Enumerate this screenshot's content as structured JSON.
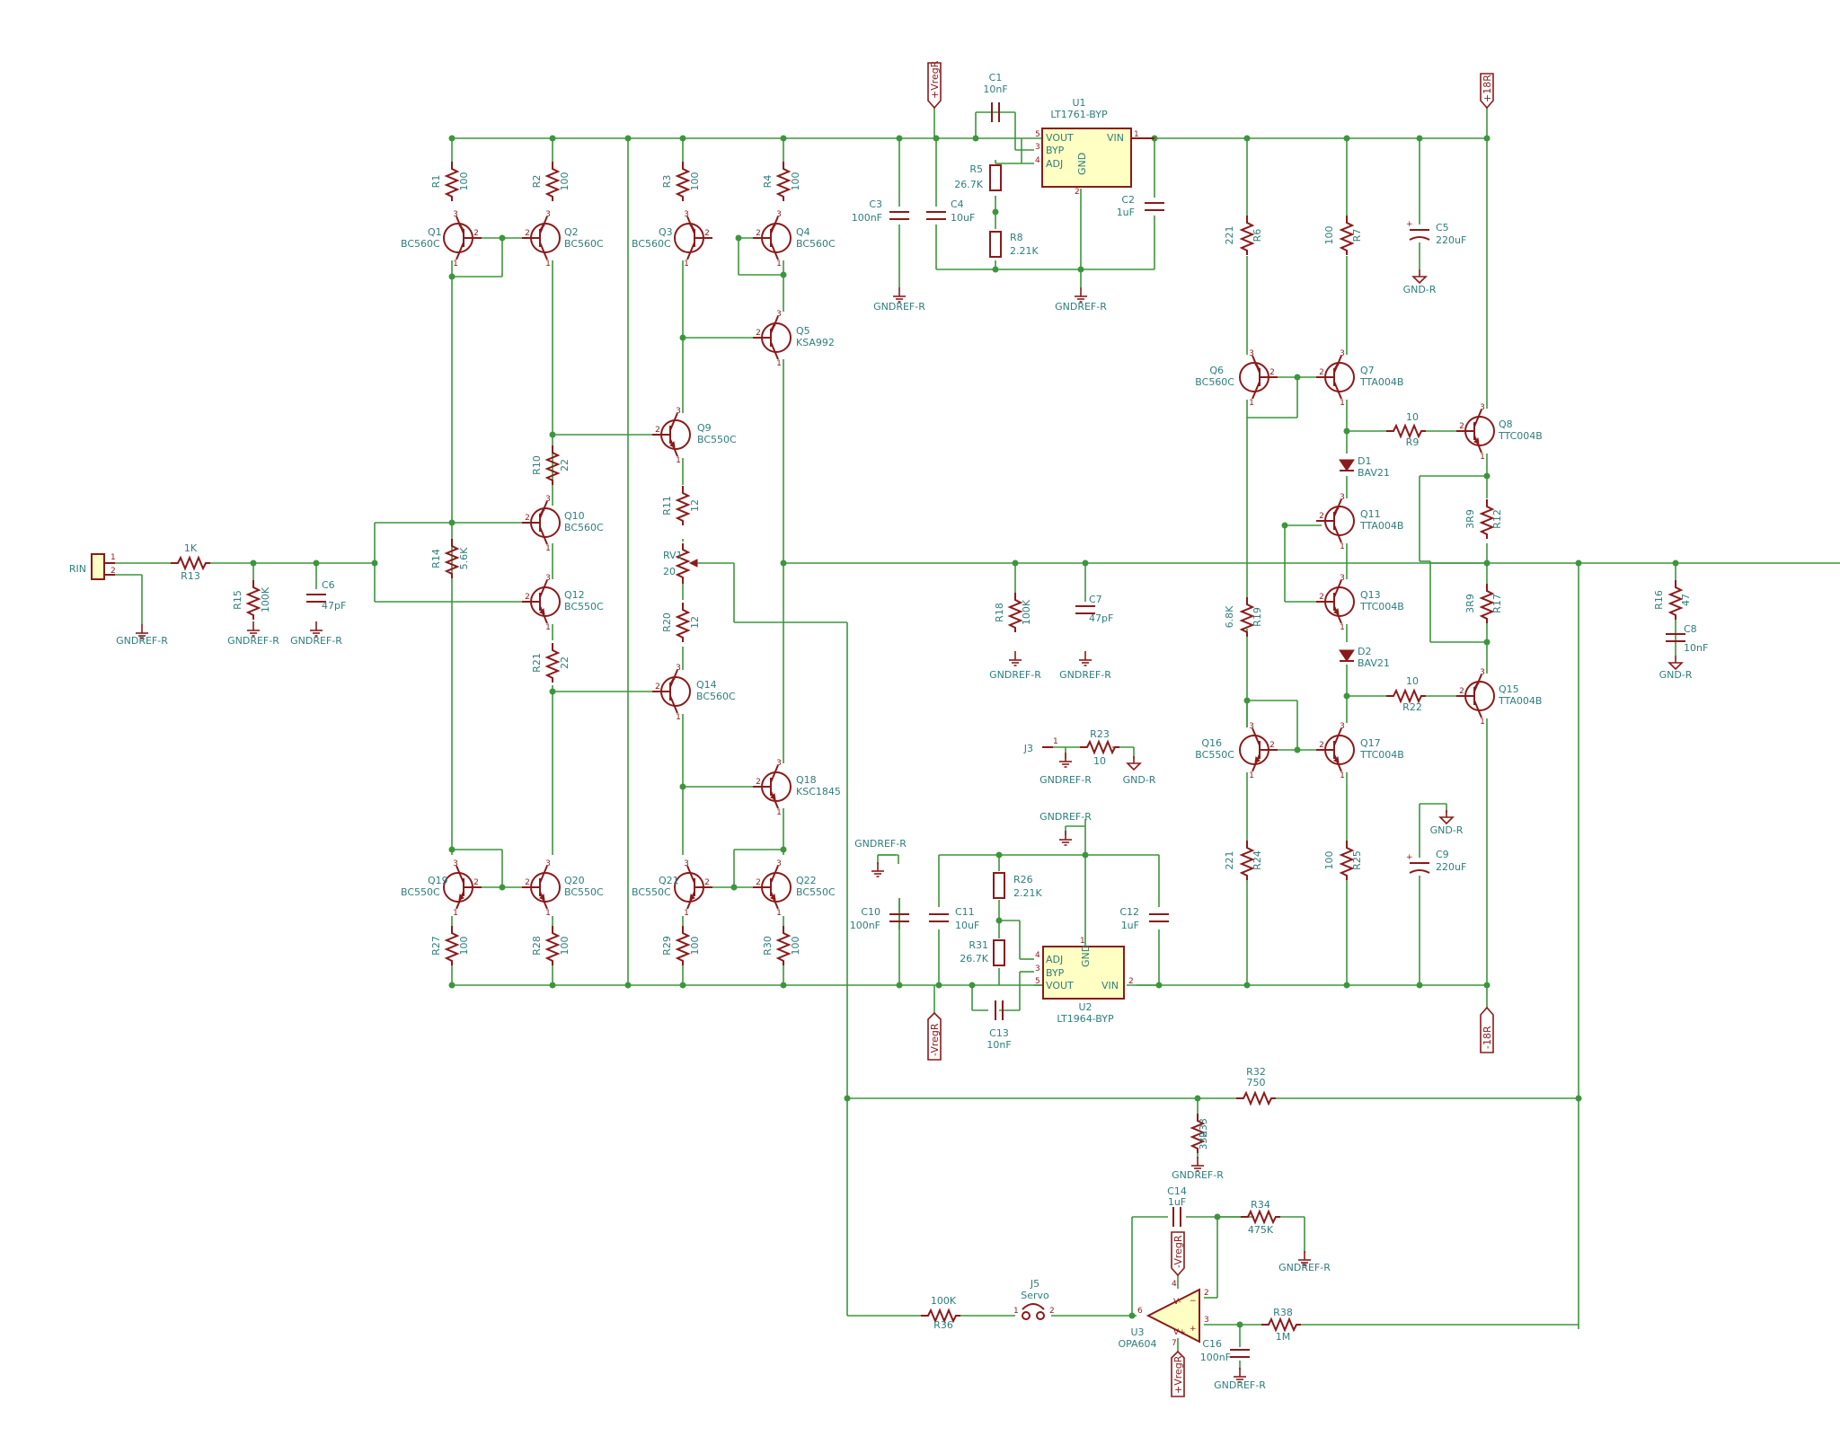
{
  "components": {
    "R1": {
      "ref": "R1",
      "value": "100"
    },
    "R2": {
      "ref": "R2",
      "value": "100"
    },
    "R3": {
      "ref": "R3",
      "value": "100"
    },
    "R4": {
      "ref": "R4",
      "value": "100"
    },
    "Q1": {
      "ref": "Q1",
      "value": "BC560C"
    },
    "Q2": {
      "ref": "Q2",
      "value": "BC560C"
    },
    "Q3": {
      "ref": "Q3",
      "value": "BC560C"
    },
    "Q4": {
      "ref": "Q4",
      "value": "BC560C"
    },
    "Q5": {
      "ref": "Q5",
      "value": "KSA992"
    },
    "Q9": {
      "ref": "Q9",
      "value": "BC550C"
    },
    "R10": {
      "ref": "R10",
      "value": "22"
    },
    "Q10": {
      "ref": "Q10",
      "value": "BC560C"
    },
    "R14": {
      "ref": "R14",
      "value": "5.6K"
    },
    "Q12": {
      "ref": "Q12",
      "value": "BC550C"
    },
    "R11": {
      "ref": "R11",
      "value": "12"
    },
    "RV1": {
      "ref": "RV1",
      "value": "20"
    },
    "R20": {
      "ref": "R20",
      "value": "12"
    },
    "R21": {
      "ref": "R21",
      "value": "22"
    },
    "Q14": {
      "ref": "Q14",
      "value": "BC560C"
    },
    "Q18": {
      "ref": "Q18",
      "value": "KSC1845"
    },
    "Q19": {
      "ref": "Q19",
      "value": "BC550C"
    },
    "Q20": {
      "ref": "Q20",
      "value": "BC550C"
    },
    "Q21": {
      "ref": "Q21",
      "value": "BC550C"
    },
    "Q22": {
      "ref": "Q22",
      "value": "BC550C"
    },
    "R27": {
      "ref": "R27",
      "value": "100"
    },
    "R28": {
      "ref": "R28",
      "value": "100"
    },
    "R29": {
      "ref": "R29",
      "value": "100"
    },
    "R30": {
      "ref": "R30",
      "value": "100"
    },
    "RIN": {
      "ref": "RIN"
    },
    "R13": {
      "ref": "R13",
      "value": "1K"
    },
    "R15": {
      "ref": "R15",
      "value": "100K"
    },
    "C6": {
      "ref": "C6",
      "value": "47pF"
    },
    "C1": {
      "ref": "C1",
      "value": "10nF"
    },
    "U1": {
      "ref": "U1",
      "value": "LT1761-BYP",
      "pins": [
        "VOUT",
        "BYP",
        "ADJ",
        "GND",
        "VIN"
      ]
    },
    "R5": {
      "ref": "R5",
      "value": "26.7K"
    },
    "R8": {
      "ref": "R8",
      "value": "2.21K"
    },
    "C3": {
      "ref": "C3",
      "value": "100nF"
    },
    "C4": {
      "ref": "C4",
      "value": "10uF"
    },
    "C2": {
      "ref": "C2",
      "value": "1uF"
    },
    "C5": {
      "ref": "C5",
      "value": "220uF"
    },
    "R6": {
      "ref": "R6",
      "value": "221"
    },
    "R7": {
      "ref": "R7",
      "value": "100"
    },
    "Q6": {
      "ref": "Q6",
      "value": "BC560C"
    },
    "Q7": {
      "ref": "Q7",
      "value": "TTA004B"
    },
    "R9": {
      "ref": "R9",
      "value": "10"
    },
    "Q8": {
      "ref": "Q8",
      "value": "TTC004B"
    },
    "D1": {
      "ref": "D1",
      "value": "BAV21"
    },
    "Q11": {
      "ref": "Q11",
      "value": "TTA004B"
    },
    "R12": {
      "ref": "R12",
      "value": "3R9"
    },
    "R17": {
      "ref": "R17",
      "value": "3R9"
    },
    "R19": {
      "ref": "R19",
      "value": "6.8K"
    },
    "Q13": {
      "ref": "Q13",
      "value": "TTC004B"
    },
    "D2": {
      "ref": "D2",
      "value": "BAV21"
    },
    "R22": {
      "ref": "R22",
      "value": "10"
    },
    "Q15": {
      "ref": "Q15",
      "value": "TTA004B"
    },
    "Q16": {
      "ref": "Q16",
      "value": "BC550C"
    },
    "Q17": {
      "ref": "Q17",
      "value": "TTC004B"
    },
    "R24": {
      "ref": "R24",
      "value": "221"
    },
    "R25": {
      "ref": "R25",
      "value": "100"
    },
    "C9": {
      "ref": "C9",
      "value": "220uF"
    },
    "R16": {
      "ref": "R16",
      "value": "47"
    },
    "C8": {
      "ref": "C8",
      "value": "10nF"
    },
    "R18": {
      "ref": "R18",
      "value": "100K"
    },
    "C7": {
      "ref": "C7",
      "value": "47pF"
    },
    "J3": {
      "ref": "J3"
    },
    "R23": {
      "ref": "R23",
      "value": "10"
    },
    "C10": {
      "ref": "C10",
      "value": "100nF"
    },
    "C11": {
      "ref": "C11",
      "value": "10uF"
    },
    "R26": {
      "ref": "R26",
      "value": "2.21K"
    },
    "R31": {
      "ref": "R31",
      "value": "26.7K"
    },
    "C12": {
      "ref": "C12",
      "value": "1uF"
    },
    "U2": {
      "ref": "U2",
      "value": "LT1964-BYP",
      "pins": [
        "ADJ",
        "BYP",
        "VOUT",
        "GND",
        "VIN"
      ]
    },
    "C13": {
      "ref": "C13",
      "value": "10nF"
    },
    "R32": {
      "ref": "R32",
      "value": "750"
    },
    "R33": {
      "ref": "R33",
      "value": "332"
    },
    "C14": {
      "ref": "C14",
      "value": "1uF"
    },
    "R34": {
      "ref": "R34",
      "value": "475K"
    },
    "J5": {
      "ref": "J5",
      "value": "Servo"
    },
    "R36": {
      "ref": "R36",
      "value": "100K"
    },
    "U3": {
      "ref": "U3",
      "value": "OPA604"
    },
    "R38": {
      "ref": "R38",
      "value": "1M"
    },
    "C16": {
      "ref": "C16",
      "value": "100nF"
    }
  },
  "power": {
    "vregr_pos": "+VregR",
    "vregr_neg": "-VregR",
    "p18r": "+18R",
    "m18r": "-18R",
    "gndref": "GNDREF-R",
    "gnd": "GND-R"
  },
  "colors": {
    "wire": "#3c963c",
    "component": "#8b1a1a",
    "label": "#2e7d7d",
    "ic_fill": "#ffffc4"
  }
}
